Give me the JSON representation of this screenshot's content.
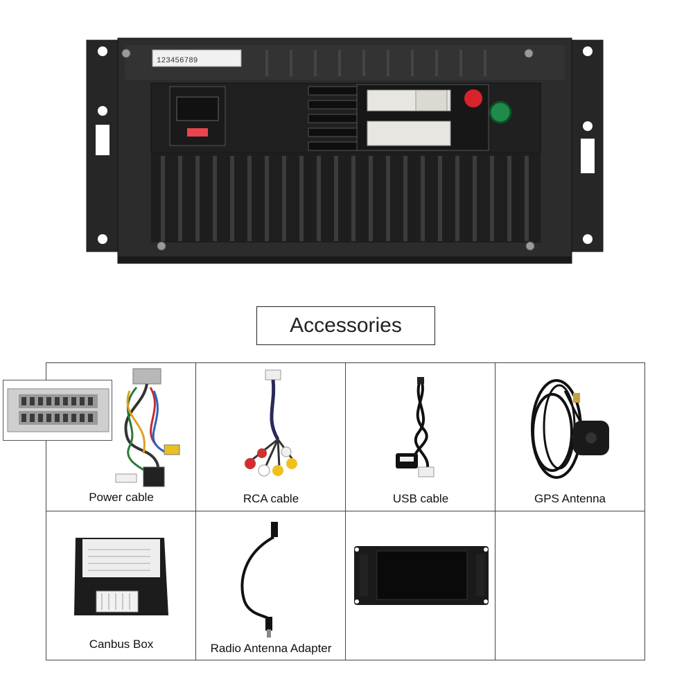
{
  "section_title": "Accessories",
  "label_sticker": "123456789",
  "accessories": [
    {
      "label": "Power cable",
      "icon": "power-cable-icon"
    },
    {
      "label": "RCA cable",
      "icon": "rca-cable-icon"
    },
    {
      "label": "USB cable",
      "icon": "usb-cable-icon"
    },
    {
      "label": "GPS Antenna",
      "icon": "gps-antenna-icon"
    },
    {
      "label": "Canbus Box",
      "icon": "canbus-box-icon"
    },
    {
      "label": "Radio Antenna Adapter",
      "icon": "radio-antenna-adapter-icon"
    },
    {
      "label": "",
      "icon": "head-unit-icon"
    },
    {
      "label": "",
      "icon": "empty-cell"
    }
  ],
  "colors": {
    "panel": "#2b2b2b",
    "panel_dark": "#1b1b1b",
    "connector": "#e8e6e0",
    "red_knob": "#d9232a",
    "green_knob": "#1f8a4a",
    "border": "#444444"
  }
}
